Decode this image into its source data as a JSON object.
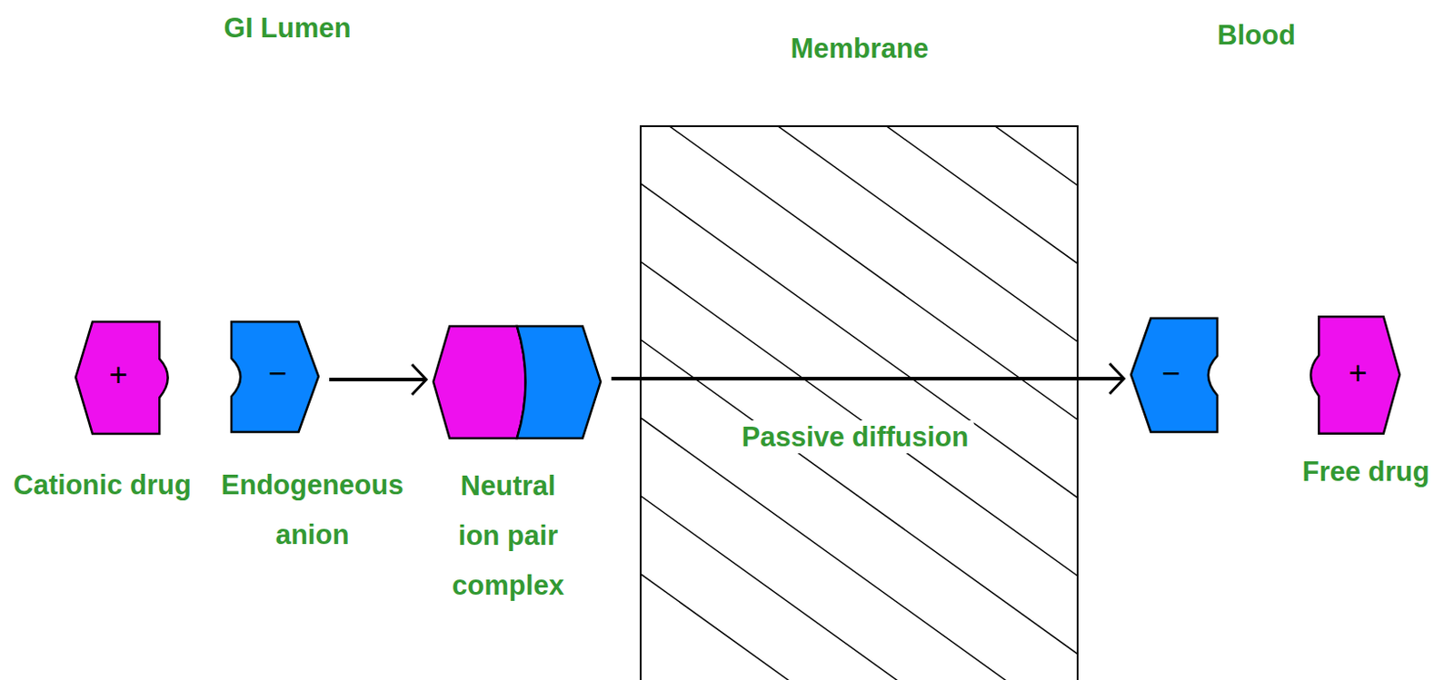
{
  "diagram": {
    "nodes": [
      {
        "text": [
          "+",
          "Cationic drug"
        ]
      },
      {
        "text": [
          "−",
          "Endogeneous anion"
        ]
      },
      {
        "text": [
          "Neutral ion pair complex"
        ]
      },
      {
        "text": [
          "Membrane",
          "Passive diffusion"
        ]
      },
      {
        "text": [
          "−"
        ]
      },
      {
        "text": [
          "+",
          "Free drug"
        ]
      }
    ],
    "edges": [
      {
        "from": 1,
        "to": 2,
        "arrow": "to"
      },
      {
        "from": 2,
        "to": 4,
        "arrow": "to"
      }
    ],
    "labels": [
      "GI Lumen",
      "Blood"
    ]
  }
}
